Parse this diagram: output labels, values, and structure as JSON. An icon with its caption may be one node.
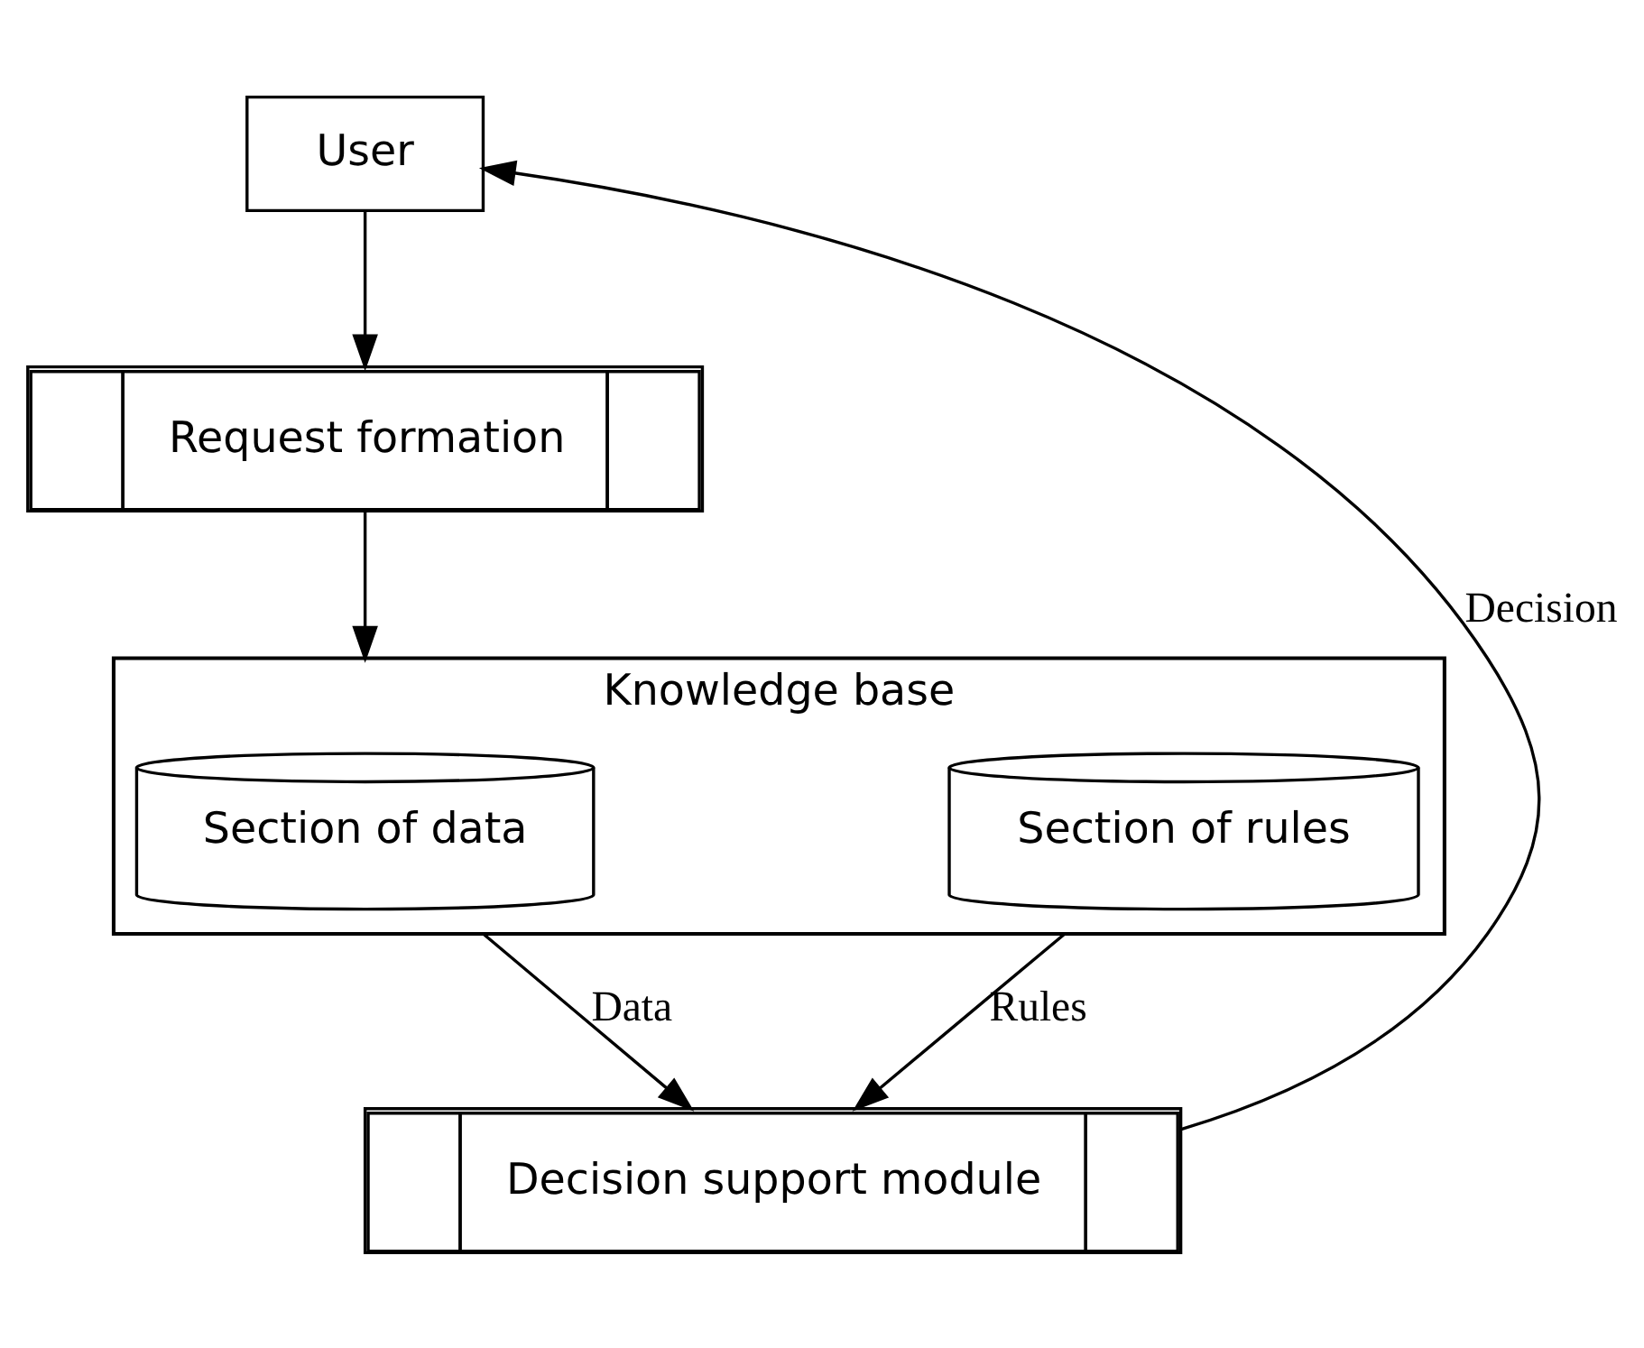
{
  "diagram": {
    "nodes": [
      {
        "text": [
          "User"
        ]
      },
      {
        "text": [
          "Request formation"
        ]
      },
      {
        "text": [
          "Knowledge base"
        ]
      },
      {
        "text": [
          "Section of data"
        ],
        "in": 2
      },
      {
        "text": [
          "Section of rules"
        ],
        "in": 2
      },
      {
        "text": [
          "Decision support module"
        ]
      }
    ],
    "edges": [
      {
        "from": 0,
        "to": 1,
        "arrow": "to"
      },
      {
        "from": 1,
        "to": 2,
        "arrow": "to"
      },
      {
        "from": 2,
        "to": 5,
        "arrow": "to",
        "label": "Data"
      },
      {
        "from": 2,
        "to": 5,
        "arrow": "to",
        "label": "Rules"
      },
      {
        "from": 5,
        "to": 0,
        "arrow": "to",
        "label": "Decision"
      }
    ]
  }
}
